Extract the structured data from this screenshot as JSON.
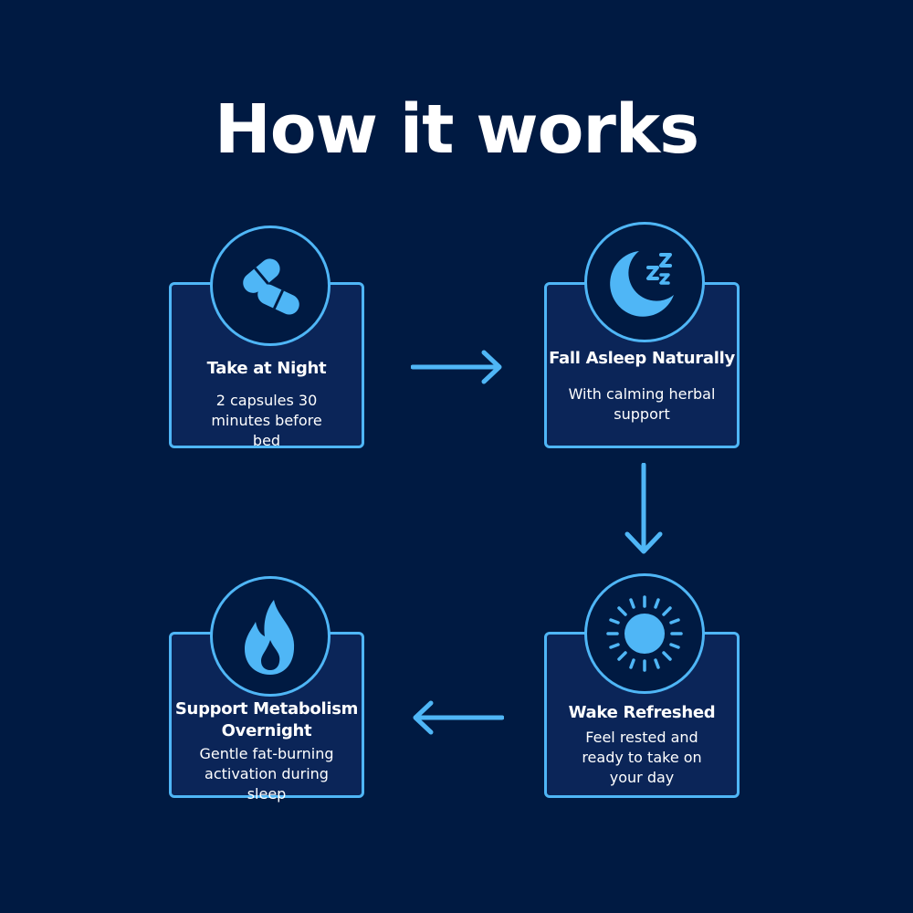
{
  "title": "How it works",
  "colors": {
    "background": "#001a42",
    "accent": "#4fb6f6",
    "card_fill": "#0b2558",
    "text": "#ffffff"
  },
  "steps": [
    {
      "title": "Take at Night",
      "description": "2 capsules 30 minutes before bed",
      "icon": "capsules-icon"
    },
    {
      "title": "Fall Asleep Naturally",
      "description": "With calming herbal support",
      "icon": "moon-zzz-icon"
    },
    {
      "title": "Wake Refreshed",
      "description": "Feel rested and ready to take on your day",
      "icon": "sun-icon"
    },
    {
      "title": "Support Metabolism Overnight",
      "description": "Gentle fat-burning activation during sleep",
      "icon": "flame-icon"
    }
  ]
}
